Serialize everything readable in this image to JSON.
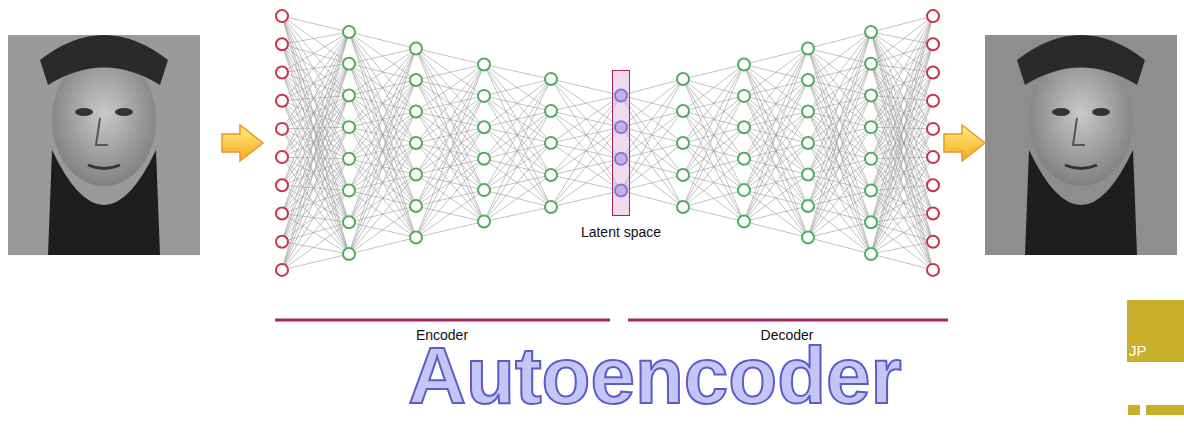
{
  "diagram": {
    "title": "Autoencoder",
    "nodes": [
      {
        "text": [
          "Latent space"
        ]
      }
    ],
    "labels": [
      "Encoder",
      "Decoder",
      "JP"
    ]
  }
}
